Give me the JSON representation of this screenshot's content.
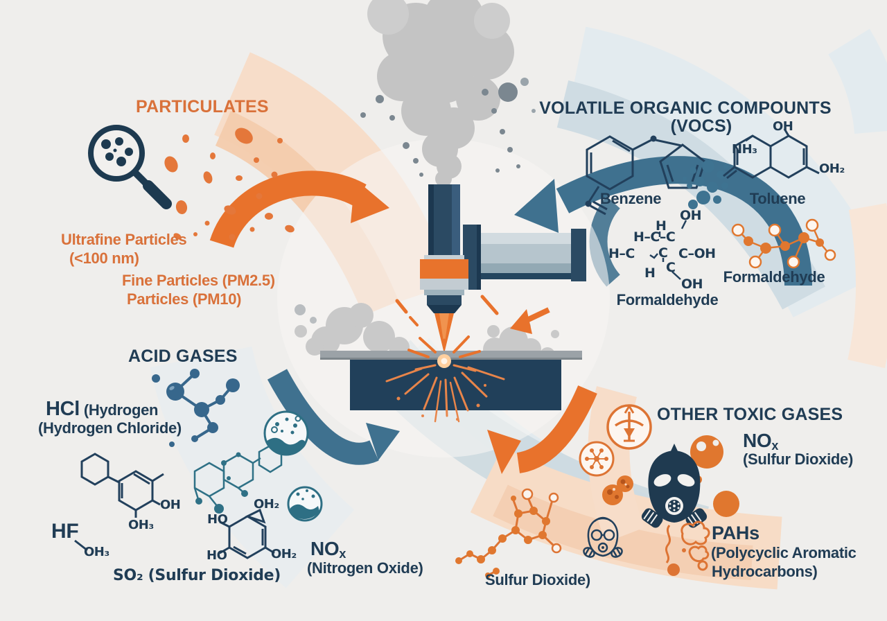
{
  "palette": {
    "background": "#efeeec",
    "orange": "#e8722c",
    "orange_text": "#d9713a",
    "navy": "#203c54",
    "steel_blue": "#3f718f",
    "teal": "#2f7186",
    "light_blue_band": "#ccd9e0",
    "pale_blue_band": "#e3ebef",
    "peach_band": "#f7dcc6",
    "deep_peach_band": "#f3cbad",
    "smoke_gray": "#c4c4c4",
    "machine_navy": "#2b4a63",
    "workpiece_navy": "#21405a"
  },
  "icons": {
    "magnifier": "magnifier-particles-icon",
    "gas_mask_solid": "gas-mask-icon",
    "gas_mask_outline": "gas-mask-outline-icon",
    "dust_circle_upper": "dust-particles-circle-icon",
    "dust_circle_lower": "dust-waves-circle-icon",
    "toxic_ring": "toxic-symbol-circle-icon",
    "molecule_ring": "molecule-circle-icon",
    "smoke_squiggle": "smoke-puff-icon",
    "bubbles": "gas-bubbles-icon",
    "laser_cutter": "laser-cutting-head-icon"
  },
  "sections": {
    "particulates": {
      "title": "PARTICULATES",
      "line1": "Ultrafine Particles",
      "line2": "(<100 nm)",
      "line3": "Fine Particles (PM2.5)",
      "line4": "Particles (PM10)"
    },
    "vocs": {
      "title_line1": "VOLATILE ORGANIC COMPOUNTS",
      "title_line2": "(VOCS)",
      "benzene_label": "Benzene",
      "toluene_label": "Toluene",
      "formaldehyde_label_left": "Formaldehyde",
      "formaldehyde_label_right": "Formaldehyde",
      "toluene_oh": "OH",
      "toluene_nh3": "NH₃",
      "toluene_oh2": "OH₂",
      "struct": {
        "oh_top": "OH",
        "h_top": "H",
        "hcc": "H–C–C",
        "hc": "H–C",
        "c_mid": "C",
        "c_oh": "C–OH",
        "h_bottom": "H",
        "c_bottom": "C",
        "oh_bottom": "OH"
      }
    },
    "acid_gases": {
      "title": "ACID GASES",
      "hcl": "HCl",
      "hcl_suffix": " (Hydrogen",
      "hcl_line2": "(Hydrogen Chloride)",
      "hf": "HF",
      "hf_oh3": "OH₃",
      "biphenyl_oh": "OH",
      "biphenyl_oh3": "OH₃",
      "catechol_oh2_top": "OH₂",
      "catechol_ho_top": "HO",
      "catechol_ho_bottom": "HO",
      "catechol_oh2_bottom": "OH₂",
      "so2": "SO₂ (Sulfur Dioxide)",
      "nox": "NO",
      "nox_sub": "x",
      "nox_line2": "(Nitrogen Oxide)"
    },
    "other_toxic_gases": {
      "title": "OTHER TOXIC GASES",
      "nox": "NO",
      "nox_sub": "x",
      "nox_line2": "(Sulfur Dioxide)",
      "pahs": "PAHs",
      "pahs_line2": "(Polycyclic Aromatic",
      "pahs_line3": "Hydrocarbons)",
      "sulfur_dioxide": "Sulfur Dioxide)"
    }
  }
}
